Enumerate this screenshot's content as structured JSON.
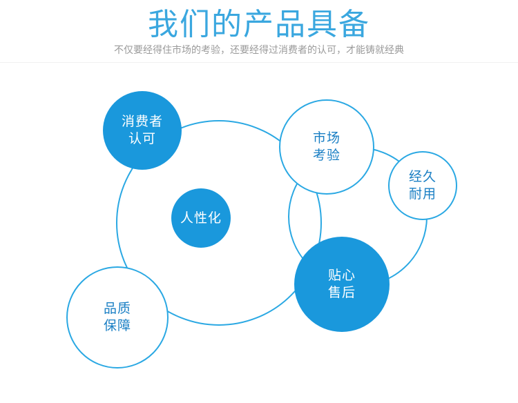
{
  "header": {
    "title": "我们的产品具备",
    "subtitle": "不仅要经得住市场的考验，还要经得过消费者的认可，才能铸就经典"
  },
  "colors": {
    "accent": "#1a98dc",
    "outline": "#2aa8e3",
    "outline_text": "#1a7fc4",
    "title": "#3aa7df",
    "subtitle": "#9a9a9a"
  },
  "nodes": {
    "consumer_approval": {
      "line1": "消费者",
      "line2": "认可"
    },
    "humanized": {
      "line1": "人性化"
    },
    "market_test": {
      "line1": "市场",
      "line2": "考验"
    },
    "durable": {
      "line1": "经久",
      "line2": "耐用"
    },
    "after_sales": {
      "line1": "贴心",
      "line2": "售后"
    },
    "quality": {
      "line1": "品质",
      "line2": "保障"
    }
  }
}
